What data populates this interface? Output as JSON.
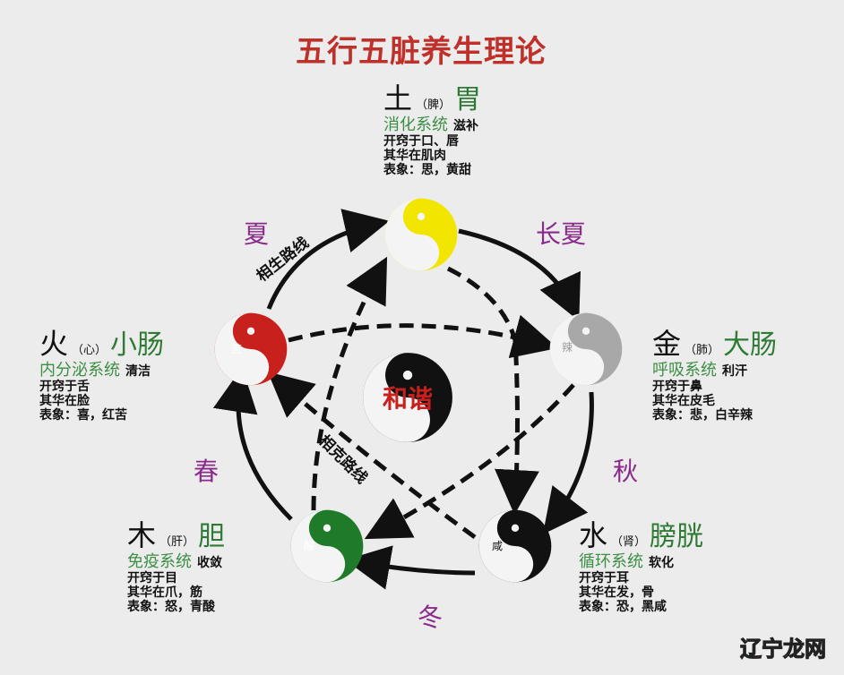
{
  "title": "五行五脏养生理论",
  "center_label": "和谐",
  "paths": {
    "generating": "相生路线",
    "controlling": "相克路线"
  },
  "seasons": {
    "summer": "夏",
    "late_summer": "长夏",
    "autumn": "秋",
    "winter": "冬",
    "spring": "春"
  },
  "elements": {
    "earth": {
      "element": "土",
      "organ": "（脾）",
      "fu": "胃",
      "system": "消化系统",
      "action": "滋补",
      "lines": [
        "开窍于口、唇",
        "其华在肌肉",
        "表象：思，黄甜"
      ],
      "taste": "",
      "color": "#f2e600"
    },
    "metal": {
      "element": "金",
      "organ": "（肺）",
      "fu": "大肠",
      "system": "呼吸系统",
      "action": "利汗",
      "lines": [
        "开窍于鼻",
        "其华在皮毛",
        "表象：悲，白辛辣"
      ],
      "taste": "辣",
      "color": "#a8a8a8"
    },
    "water": {
      "element": "水",
      "organ": "（肾）",
      "fu": "膀胱",
      "system": "循环系统",
      "action": "软化",
      "lines": [
        "开窍于耳",
        "其华在发，骨",
        "表象：恐，黑咸"
      ],
      "taste": "咸",
      "color": "#111111"
    },
    "wood": {
      "element": "木",
      "organ": "（肝）",
      "fu": "胆",
      "system": "免疫系统",
      "action": "收敛",
      "lines": [
        "开窍于目",
        "其华在爪，筋",
        "表象：怒，青酸"
      ],
      "taste": "酸",
      "color": "#1f7a2a"
    },
    "fire": {
      "element": "火",
      "organ": "（心）",
      "fu": "小肠",
      "system": "内分泌系统",
      "action": "清洁",
      "lines": [
        "开窍于舌",
        "其华在脸",
        "表象：喜，红苦"
      ],
      "taste": "苦",
      "color": "#c8201c"
    }
  },
  "watermark": {
    "part1": "辽宁",
    "part2": "龙网"
  }
}
